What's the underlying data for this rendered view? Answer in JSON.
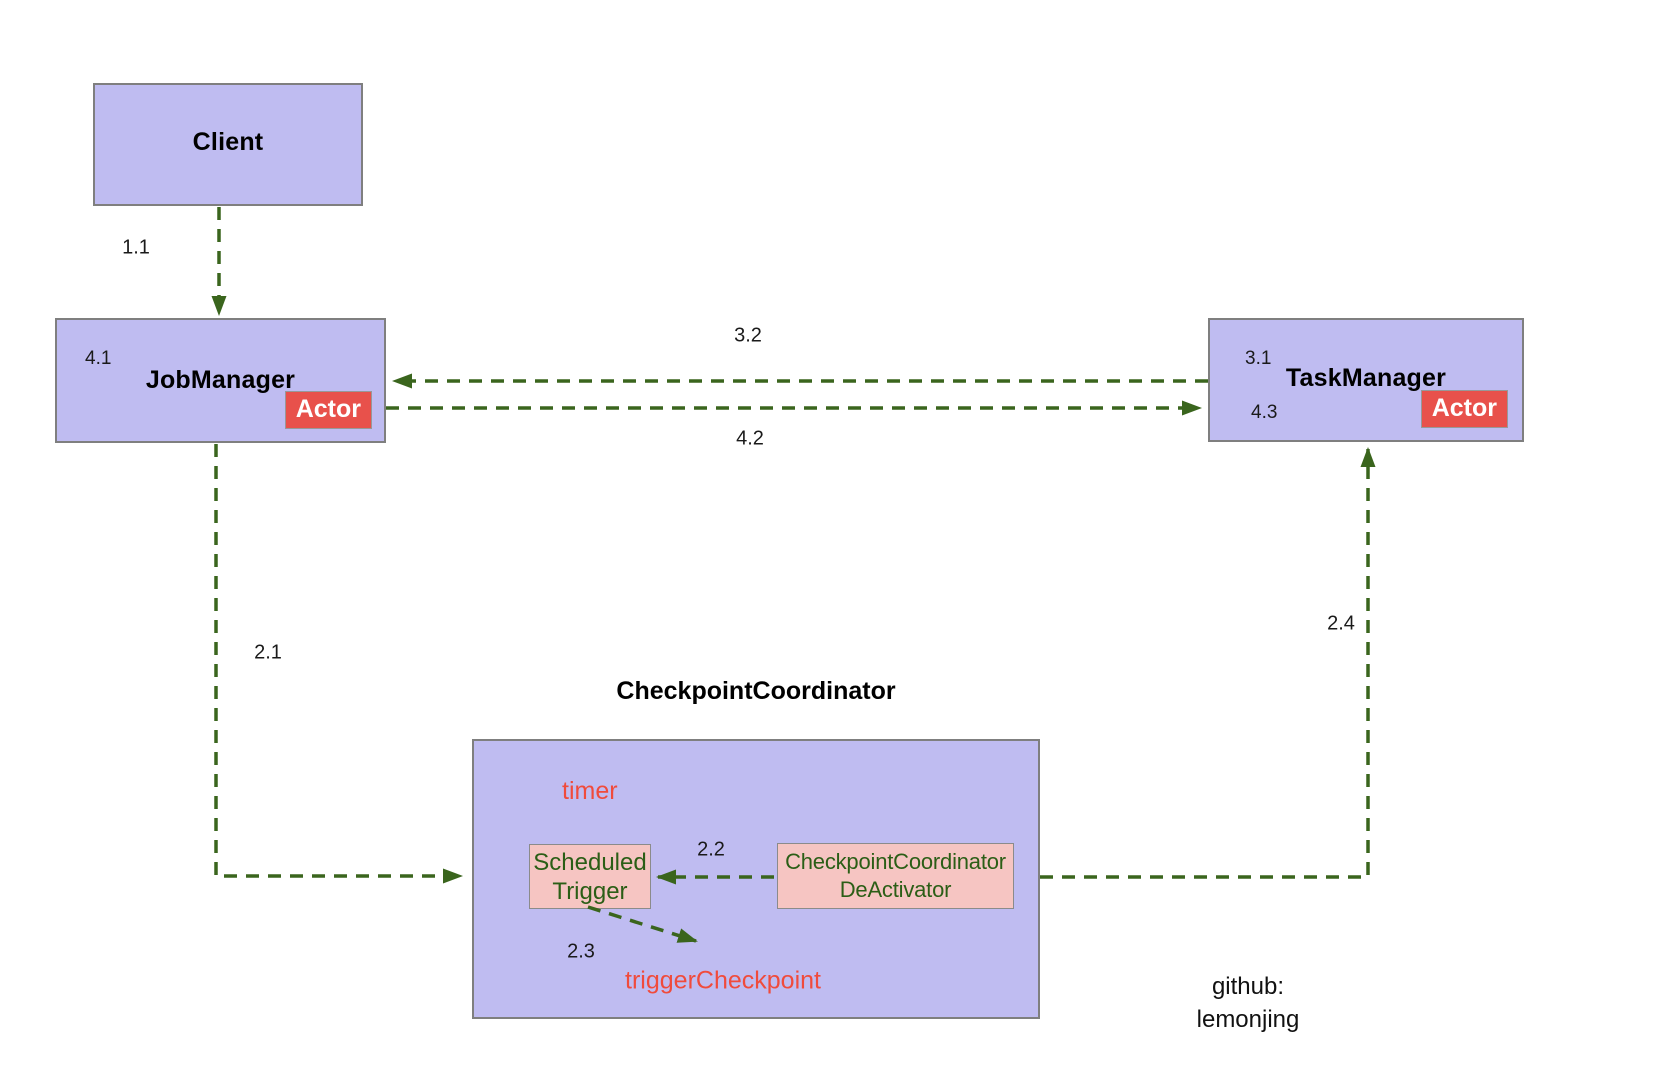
{
  "nodes": {
    "client": {
      "label": "Client"
    },
    "jobManager": {
      "label": "JobManager",
      "badge": "Actor",
      "step": "4.1"
    },
    "taskManager": {
      "label": "TaskManager",
      "badge": "Actor",
      "stepTop": "3.1",
      "stepBottom": "4.3"
    },
    "checkpointCoordinator": {
      "label": "CheckpointCoordinator",
      "timer": "timer",
      "scheduledTrigger": {
        "line1": "Scheduled",
        "line2": "Trigger"
      },
      "deActivator": {
        "line1": "CheckpointCoordinator",
        "line2": "DeActivator"
      },
      "triggerCheckpoint": "triggerCheckpoint"
    }
  },
  "edges": {
    "e11": "1.1",
    "e21": "2.1",
    "e22": "2.2",
    "e23": "2.3",
    "e24": "2.4",
    "e32": "3.2",
    "e42": "4.2"
  },
  "footer": {
    "line1": "github:",
    "line2": "lemonjing"
  },
  "colors": {
    "node_fill": "#bfbcf1",
    "node_border": "#7f7f7f",
    "badge_fill": "#e8514b",
    "inner_box_fill": "#f6c5c2",
    "arrow_green": "#3a651d",
    "inner_text_green": "#2b5e16",
    "accent_red_text": "#f04b3c"
  }
}
